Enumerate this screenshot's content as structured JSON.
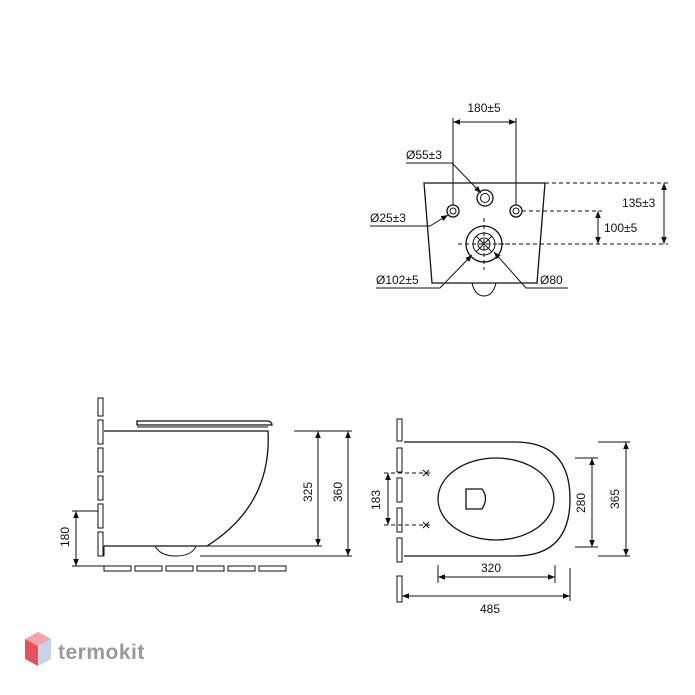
{
  "top_view": {
    "dim_outlet_spacing": "180±5",
    "dim_inlet_diameter": "Ø55±3",
    "dim_bolt_diameter": "Ø25±3",
    "dim_waste_outer": "Ø102±5",
    "dim_waste_inner": "Ø80",
    "dim_inlet_height": "135±3",
    "dim_bolt_height": "100±5"
  },
  "side_view": {
    "dim_front_height": "325",
    "dim_total_height": "360",
    "dim_floor_height": "180"
  },
  "plan_view": {
    "dim_bolt_spacing": "183",
    "dim_bowl_width": "280",
    "dim_total_width": "365",
    "dim_bowl_length": "320",
    "dim_total_length": "485"
  },
  "brand": {
    "name": "termokit",
    "colors": {
      "top": "#f2a4a8",
      "left": "#e8505b",
      "right": "#c9d3e6"
    }
  }
}
